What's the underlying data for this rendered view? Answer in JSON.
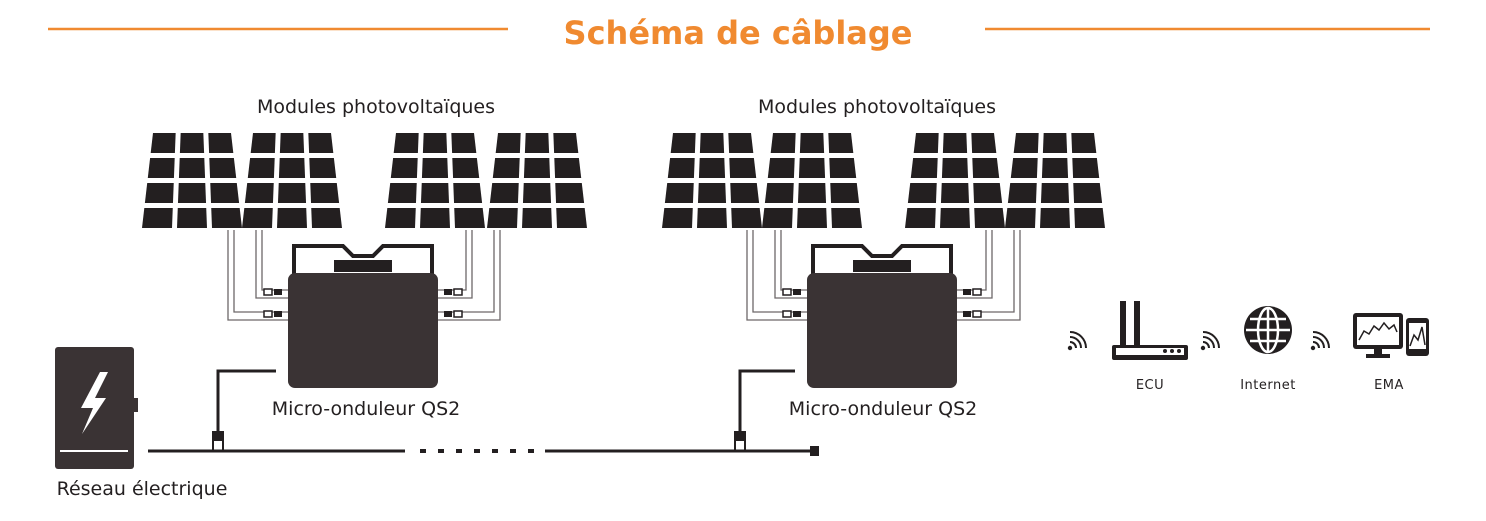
{
  "title": "Schéma de câblage",
  "colors": {
    "accent": "#f08a30",
    "ink": "#231f20",
    "device": "#3a3334"
  },
  "groups": [
    {
      "modules_label": "Modules photovoltaïques",
      "inverter_label": "Micro-onduleur QS2"
    },
    {
      "modules_label": "Modules photovoltaïques",
      "inverter_label": "Micro-onduleur QS2"
    }
  ],
  "grid_label": "Réseau électrique",
  "network": {
    "ecu_label": "ECU",
    "internet_label": "Internet",
    "ema_label": "EMA"
  },
  "icons": [
    "lightning-icon",
    "wifi-icon",
    "router-icon",
    "globe-icon",
    "monitor-icon",
    "phone-icon"
  ]
}
